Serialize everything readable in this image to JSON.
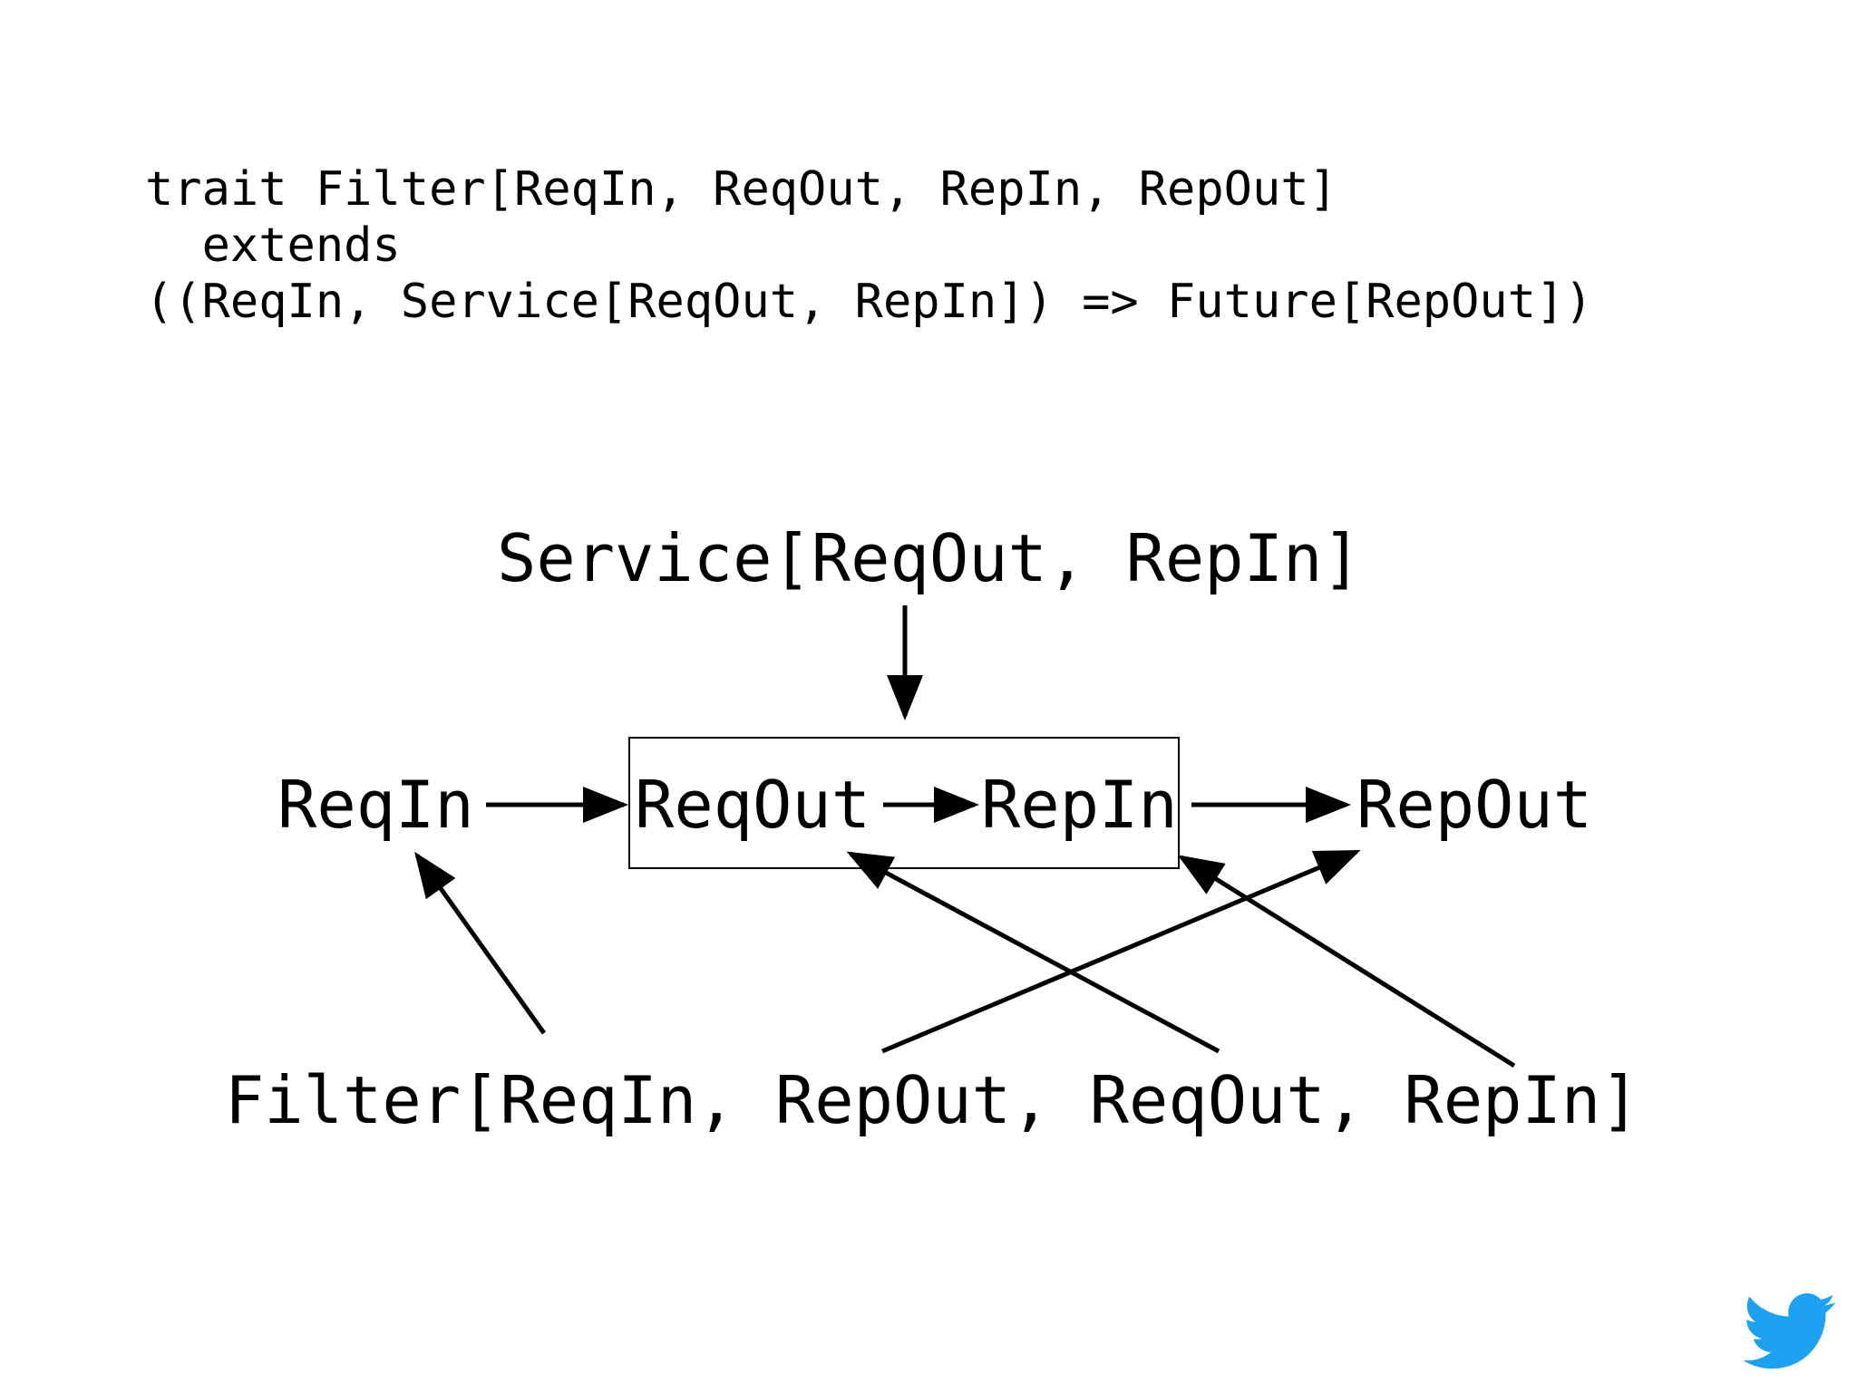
{
  "code": {
    "line1": "trait Filter[ReqIn, ReqOut, RepIn, RepOut]",
    "line2": "  extends",
    "line3": "((ReqIn, Service[ReqOut, RepIn]) => Future[RepOut])"
  },
  "diagram": {
    "service_label": "Service[ReqOut, RepIn]",
    "reqin_label": "ReqIn",
    "reqout_label": "ReqOut",
    "repin_label": "RepIn",
    "repout_label": "RepOut",
    "filter_label": "Filter[ReqIn, RepOut, ReqOut, RepIn]"
  },
  "logo": {
    "icon": "twitter-bird-icon",
    "color": "#1da1f2"
  },
  "colors": {
    "text": "#000000",
    "background": "#ffffff"
  }
}
